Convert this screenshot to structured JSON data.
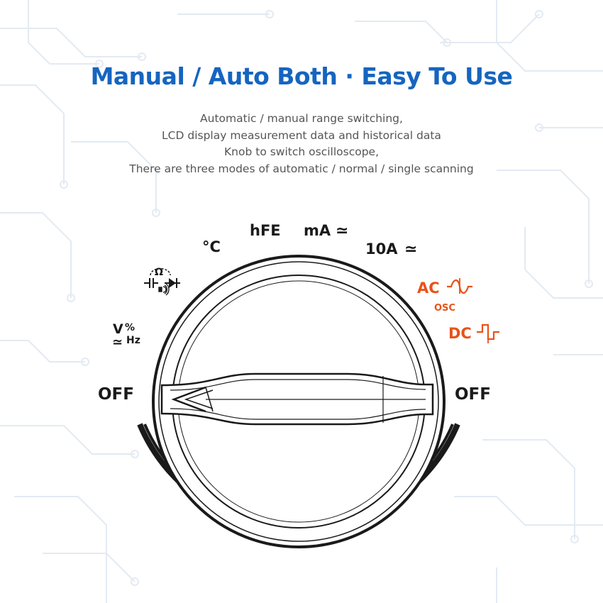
{
  "headline": "Manual / Auto Both · Easy To Use",
  "description": [
    "Automatic / manual range switching,",
    "LCD display measurement data and historical data",
    "Knob to switch oscilloscope,",
    "There are three modes of automatic / normal / single scanning"
  ],
  "dial": {
    "off_left": "OFF",
    "off_right": "OFF",
    "volt": "V",
    "percent": "%",
    "hz": "Hz",
    "ohm": "Ω",
    "celsius": "°C",
    "hfe": "hFE",
    "ma": "mA",
    "ten_a": "10A",
    "ac": "AC",
    "osc": "OSC",
    "dc": "DC",
    "tilde": "≃"
  },
  "colors": {
    "headline": "#1565c0",
    "description": "#555555",
    "label": "#1a1a1a",
    "accent_orange": "#e8521a",
    "circuit_lines": "#e3eaf2",
    "knob_stroke": "#1a1a1a"
  }
}
